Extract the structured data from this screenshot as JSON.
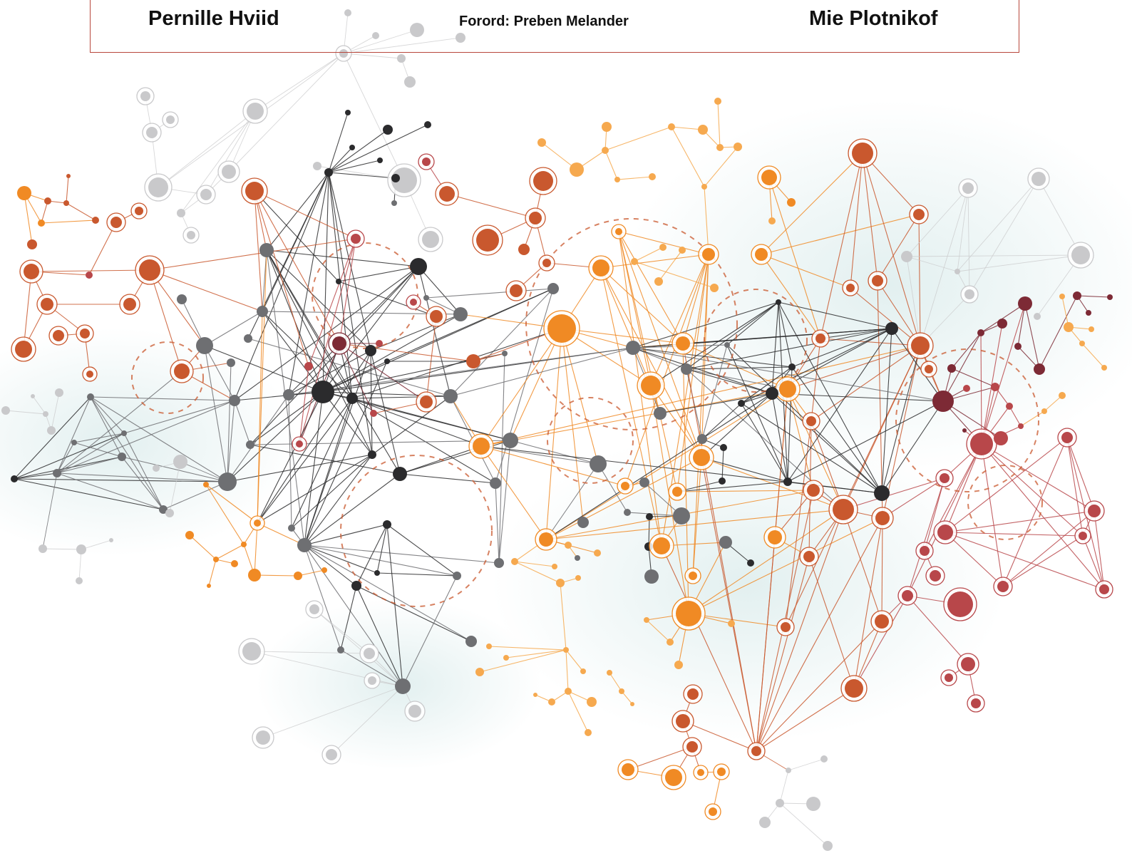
{
  "header": {
    "author_left": "Pernille Hviid",
    "foreword": "Forord: Preben Melander",
    "author_right": "Mie Plotnikof"
  },
  "palette": {
    "gray_light": "#c9c9cb",
    "gray_mid": "#6e6f72",
    "gray_dark": "#2b2b2d",
    "orange": "#f08a24",
    "orange_light": "#f6a94f",
    "rust": "#c9582e",
    "crimson": "#b8474a",
    "maroon": "#7d2a35",
    "frame": "#b8473c"
  }
}
